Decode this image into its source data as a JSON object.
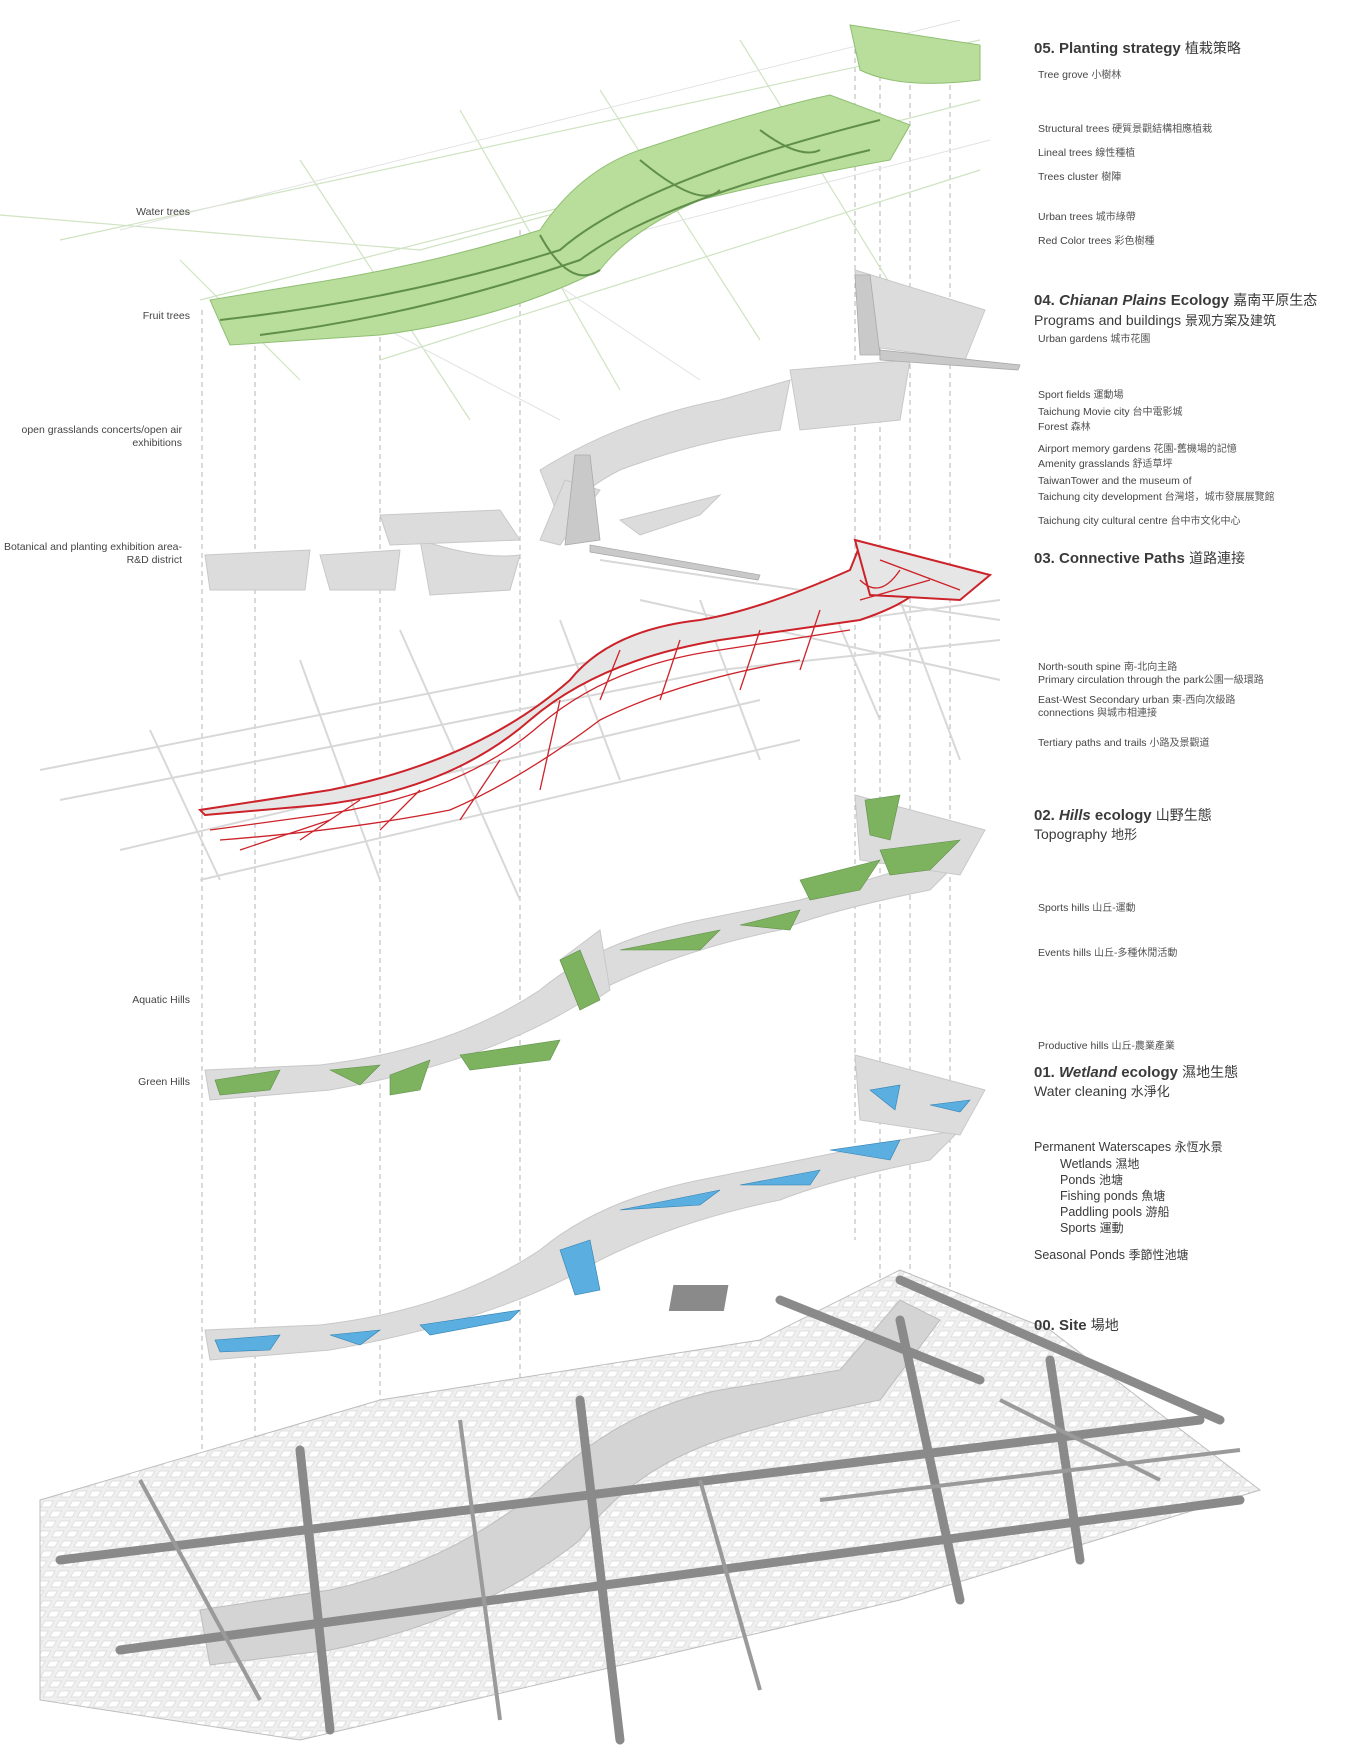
{
  "headings": {
    "planting": {
      "num": "05.",
      "title": "Planting strategy",
      "cn": "植栽策略"
    },
    "chianan": {
      "num": "04.",
      "italic": "Chianan Plains",
      "rest": "Ecology",
      "cn": "嘉南平原生态"
    },
    "programs": {
      "text": "Programs and buildings",
      "cn": "景观方案及建筑"
    },
    "paths": {
      "num": "03.",
      "title": "Connective Paths",
      "cn": "道路連接"
    },
    "hills": {
      "num": "02.",
      "italic": "Hills",
      "rest": "ecology",
      "cn": "山野生態"
    },
    "topography": {
      "text": "Topography",
      "cn": "地形"
    },
    "wetland": {
      "num": "01.",
      "italic": "Wetland",
      "rest": "ecology",
      "cn": "濕地生態"
    },
    "water_cleaning": {
      "text": "Water cleaning",
      "cn": "水淨化"
    },
    "site": {
      "num": "00.",
      "title": "Site",
      "cn": "場地"
    }
  },
  "planting_items": [
    {
      "en": "Tree grove",
      "cn": "小樹林"
    },
    {
      "en": "Structural trees",
      "cn": "硬質景觀結構相應植栽"
    },
    {
      "en": "Lineal trees",
      "cn": "線性種植"
    },
    {
      "en": "Trees cluster",
      "cn": "樹陣"
    },
    {
      "en": "Urban trees",
      "cn": "城市綠帶"
    },
    {
      "en": "Red Color trees",
      "cn": "彩色樹種"
    }
  ],
  "program_items": [
    {
      "en": "Urban gardens",
      "cn": "城市花園"
    },
    {
      "en": "Sport fields",
      "cn": "運動場"
    },
    {
      "en": "Taichung Movie city",
      "cn": "台中電影城"
    },
    {
      "en": "Forest",
      "cn": "森林"
    },
    {
      "en": "Airport memory gardens",
      "cn": "花園-舊機場的記憶"
    },
    {
      "en": "Amenity grasslands",
      "cn": "舒适草坪"
    },
    {
      "en": "TaiwanTower and the museum of",
      "cn": ""
    },
    {
      "en": "Taichung city development",
      "cn": "台灣塔，城市發展展覽館"
    },
    {
      "en": "Taichung city cultural centre",
      "cn": "台中市文化中心"
    }
  ],
  "path_items": [
    {
      "en": "North-south spine",
      "cn": "南-北向主路"
    },
    {
      "en": "Primary circulation through the park",
      "cn": "公園一級環路"
    },
    {
      "en": "East-West Secondary urban",
      "cn": "東-西向次級路"
    },
    {
      "en": "connections",
      "cn": "與城市相連接"
    },
    {
      "en": "Tertiary paths and trails",
      "cn": "小路及景觀道"
    }
  ],
  "hill_items": [
    {
      "en": "Sports hills",
      "cn": "山丘-運動"
    },
    {
      "en": "Events hills",
      "cn": "山丘-多種休閒活動"
    },
    {
      "en": "Productive hills",
      "cn": "山丘-農業產業"
    }
  ],
  "water_items": [
    {
      "en": "Permanent Waterscapes",
      "cn": "永恆水景"
    },
    {
      "en": "Wetlands",
      "cn": "濕地"
    },
    {
      "en": "Ponds",
      "cn": "池塘"
    },
    {
      "en": "Fishing ponds",
      "cn": "魚塘"
    },
    {
      "en": "Paddling pools",
      "cn": "游船"
    },
    {
      "en": "Sports",
      "cn": "運動"
    },
    {
      "en": "Seasonal Ponds",
      "cn": "季節性池塘"
    }
  ],
  "left_labels": {
    "water_trees": "Water trees",
    "fruit_trees": "Fruit trees",
    "grasslands": "open grasslands concerts/open air exhibitions",
    "botanical": "Botanical and planting exhibition area-R&D district",
    "aquatic_hills": "Aquatic Hills",
    "green_hills": "Green Hills"
  },
  "colors": {
    "planting_green": "#b9dd9a",
    "path_red": "#cc2229",
    "hill_green": "#7db25f",
    "water_blue": "#5aaee0",
    "layer_grey": "#dcdcdc",
    "road_grey": "#8a8a8a"
  }
}
